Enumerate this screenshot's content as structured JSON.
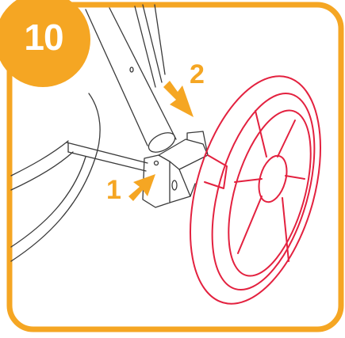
{
  "step": {
    "number": "10"
  },
  "callouts": [
    {
      "label": "1"
    },
    {
      "label": "2"
    }
  ],
  "colors": {
    "accent_orange": "#F5A623",
    "frame_border": "#F5A623",
    "wheel_red": "#E3213F",
    "line_art": "#3A3A3A",
    "background": "#FFFFFF"
  },
  "icons": {
    "callout_arrow": "arrow-icon"
  }
}
